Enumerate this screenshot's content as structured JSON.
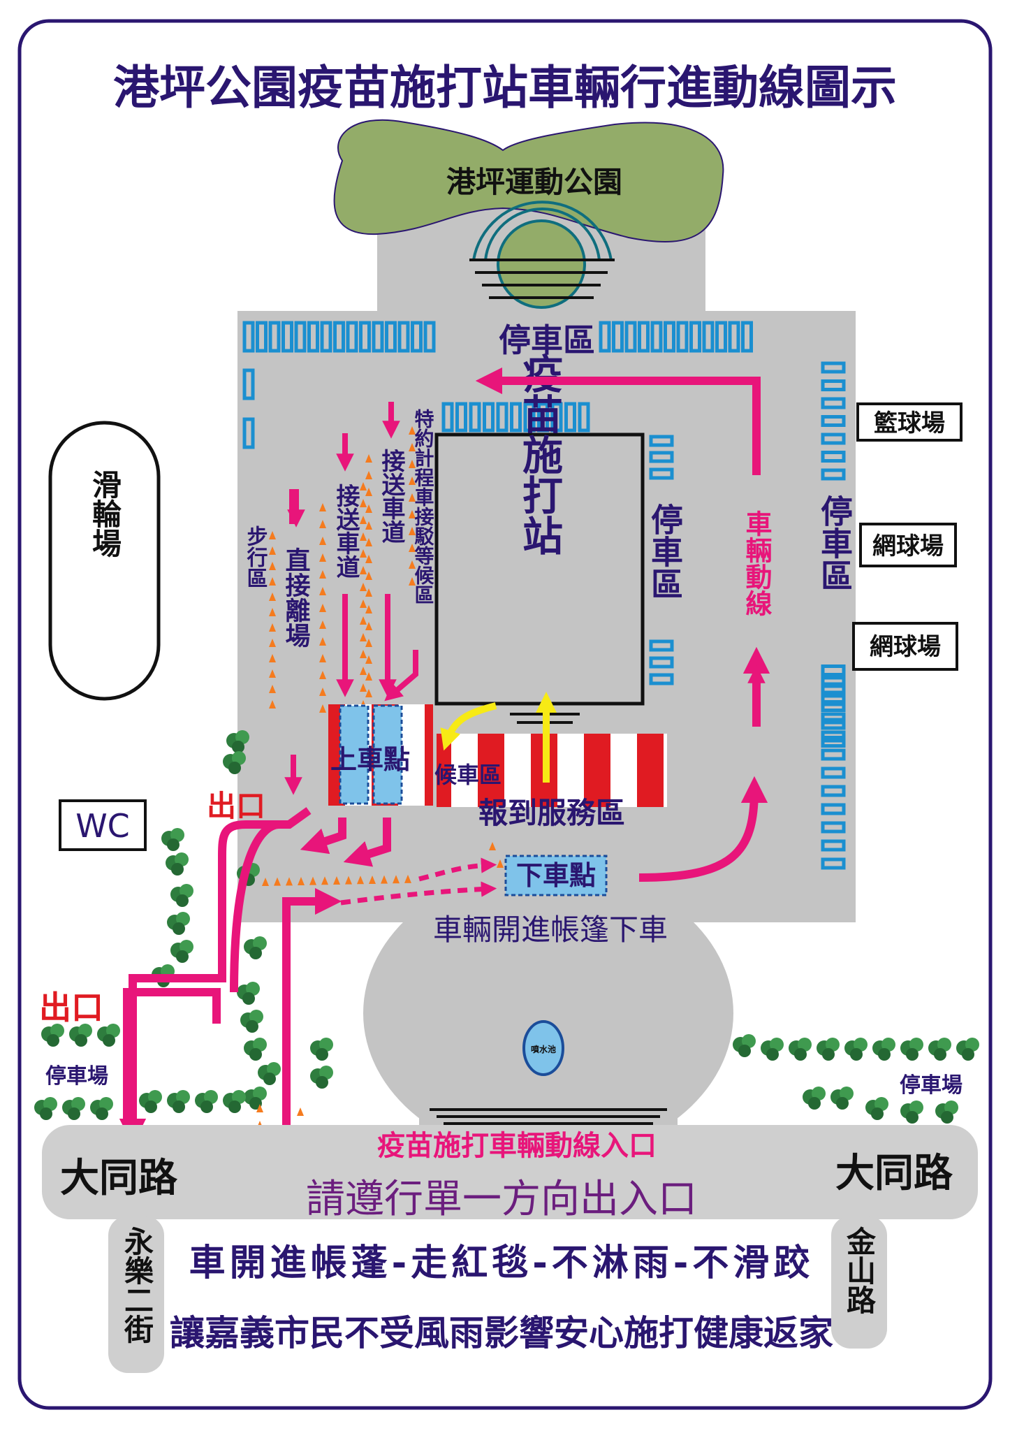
{
  "title": "港坪公園疫苗施打站車輛行進動線圖示",
  "park": "港坪運動公園",
  "vaccine_station": "疫苗施打站",
  "parking_area": "停車區",
  "parking_lot": "停車場",
  "basketball": "籃球場",
  "tennis": "網球場",
  "skating": "滑輪場",
  "wc": "WC",
  "exit": "出口",
  "fountain": "噴水池",
  "vehicle_route": "車輛動線",
  "walkway": "步行區",
  "direct_leave": "直接離場",
  "shuttle_lane": "接送車道",
  "taxi_wait": "特約計程車接駁等候區",
  "pickup": "上車點",
  "waiting_area": "候車區",
  "checkin": "報到服務區",
  "dropoff": "下車點",
  "drive_in": "車輛開進帳篷下車",
  "entrance_route": "疫苗施打車輛動線入口",
  "one_way": "請遵行單一方向出入口",
  "road_datong": "大同路",
  "road_yongle": "永樂二街",
  "road_jinshan": "金山路",
  "slogan1": "車開進帳蓬-走紅毯-不淋雨-不滑跤",
  "slogan2": "讓嘉義市民不受風雨影響安心施打健康返家",
  "colors": {
    "route": "#e8157a",
    "title": "#2a1670",
    "road": "#cfcfcf",
    "parking": "#1b8fd0",
    "area": "#c4c4c4",
    "red": "#e01b22",
    "arrow_yellow": "#f7ea15",
    "park_green": "#93ac69",
    "tree": "#2e7d3e"
  }
}
